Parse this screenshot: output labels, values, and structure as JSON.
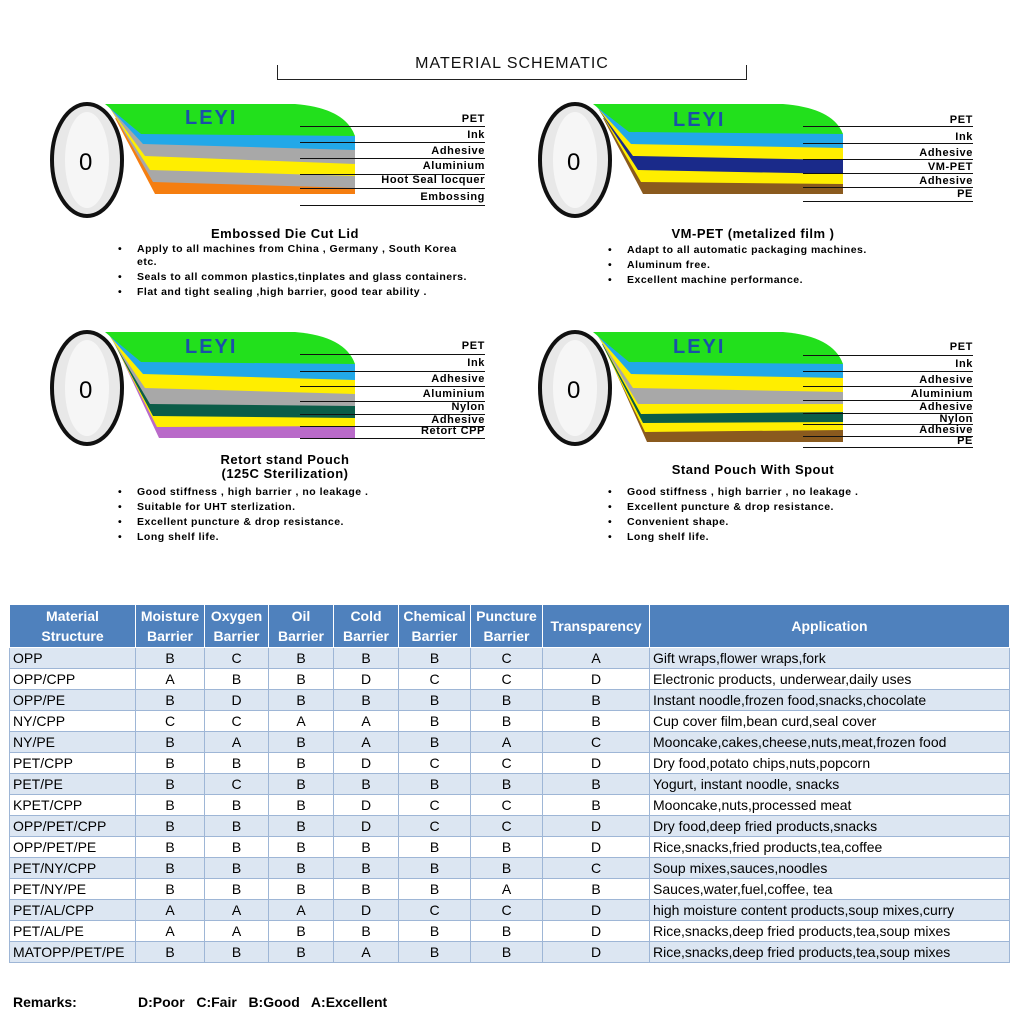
{
  "header": {
    "title": "MATERIAL SCHEMATIC"
  },
  "brand": "LEYI",
  "roll_mark": "0",
  "colors": {
    "green": "#22e01c",
    "blue": "#22a8e8",
    "gray": "#a8a8a8",
    "yellow": "#ffee00",
    "orange": "#f57e10",
    "navy": "#1a2a8a",
    "brown": "#8a5a1e",
    "teal": "#0b5c48",
    "purple": "#b96ac9",
    "header_blue": "#4f81bd"
  },
  "schematics": [
    {
      "title": "Embossed Die Cut Lid",
      "layers": [
        "PET",
        "Ink",
        "Adhesive",
        "Aluminium",
        "Hoot Seal locquer",
        "Embossing"
      ],
      "bullets": [
        "Apply to all machines from China , Germany , South Korea etc.",
        "Seals to all common plastics,tinplates and glass containers.",
        "Flat and tight sealing ,high barrier, good tear ability ."
      ]
    },
    {
      "title": "VM-PET (metalized film )",
      "layers": [
        "PET",
        "Ink",
        "Adhesive",
        "VM-PET",
        "Adhesive",
        "PE"
      ],
      "bullets": [
        "Adapt to all automatic packaging machines.",
        "Aluminum free.",
        "Excellent machine performance."
      ]
    },
    {
      "title": "Retort stand Pouch",
      "subtitle": "(125C Sterilization)",
      "layers": [
        "PET",
        "Ink",
        "Adhesive",
        "Aluminium",
        "Nylon",
        "Adhesive",
        "Retort CPP"
      ],
      "bullets": [
        "Good stiffness , high barrier , no leakage .",
        "Suitable for UHT sterlization.",
        "Excellent puncture & drop resistance.",
        "Long shelf life."
      ]
    },
    {
      "title": "Stand Pouch With Spout",
      "layers": [
        "PET",
        "Ink",
        "Adhesive",
        "Aluminium",
        "Adhesive",
        "Nylon",
        "Adhesive",
        "PE"
      ],
      "bullets": [
        "Good stiffness , high barrier , no leakage .",
        "Excellent puncture & drop resistance.",
        "Convenient shape.",
        "Long shelf life."
      ]
    }
  ],
  "table": {
    "headers": [
      [
        "Material",
        "Structure"
      ],
      [
        "Moisture",
        "Barrier"
      ],
      [
        "Oxygen",
        "Barrier"
      ],
      [
        "Oil",
        "Barrier"
      ],
      [
        "Cold",
        "Barrier"
      ],
      [
        "Chemical",
        "Barrier"
      ],
      [
        "Puncture",
        "Barrier"
      ],
      [
        "Transparency"
      ],
      [
        "Application"
      ]
    ],
    "rows": [
      [
        "OPP",
        "B",
        "C",
        "B",
        "B",
        "B",
        "C",
        "A",
        "Gift wraps,flower wraps,fork"
      ],
      [
        "OPP/CPP",
        "A",
        "B",
        "B",
        "D",
        "C",
        "C",
        "D",
        "Electronic products, underwear,daily uses"
      ],
      [
        "OPP/PE",
        "B",
        "D",
        "B",
        "B",
        "B",
        "B",
        "B",
        "Instant noodle,frozen food,snacks,chocolate"
      ],
      [
        "NY/CPP",
        "C",
        "C",
        "A",
        "A",
        "B",
        "B",
        "B",
        "Cup cover film,bean curd,seal cover"
      ],
      [
        "NY/PE",
        "B",
        "A",
        "B",
        "A",
        "B",
        "A",
        "C",
        "Mooncake,cakes,cheese,nuts,meat,frozen food"
      ],
      [
        "PET/CPP",
        "B",
        "B",
        "B",
        "D",
        "C",
        "C",
        "D",
        "Dry food,potato chips,nuts,popcorn"
      ],
      [
        "PET/PE",
        "B",
        "C",
        "B",
        "B",
        "B",
        "B",
        "B",
        "Yogurt, instant noodle, snacks"
      ],
      [
        "KPET/CPP",
        "B",
        "B",
        "B",
        "D",
        "C",
        "C",
        "B",
        "Mooncake,nuts,processed meat"
      ],
      [
        "OPP/PET/CPP",
        "B",
        "B",
        "B",
        "D",
        "C",
        "C",
        "D",
        "Dry food,deep fried products,snacks"
      ],
      [
        "OPP/PET/PE",
        "B",
        "B",
        "B",
        "B",
        "B",
        "B",
        "D",
        "Rice,snacks,fried products,tea,coffee"
      ],
      [
        "PET/NY/CPP",
        "B",
        "B",
        "B",
        "B",
        "B",
        "B",
        "C",
        "Soup mixes,sauces,noodles"
      ],
      [
        "PET/NY/PE",
        "B",
        "B",
        "B",
        "B",
        "B",
        "A",
        "B",
        "Sauces,water,fuel,coffee, tea"
      ],
      [
        "PET/AL/CPP",
        "A",
        "A",
        "A",
        "D",
        "C",
        "C",
        "D",
        "high moisture content products,soup mixes,curry"
      ],
      [
        "PET/AL/PE",
        "A",
        "A",
        "B",
        "B",
        "B",
        "B",
        "D",
        "Rice,snacks,deep fried products,tea,soup mixes"
      ],
      [
        "MATOPP/PET/PE",
        "B",
        "B",
        "B",
        "A",
        "B",
        "B",
        "D",
        "Rice,snacks,deep fried products,tea,soup mixes"
      ]
    ]
  },
  "remarks": {
    "label": "Remarks:",
    "legend": "D:Poor   C:Fair   B:Good   A:Excellent"
  }
}
